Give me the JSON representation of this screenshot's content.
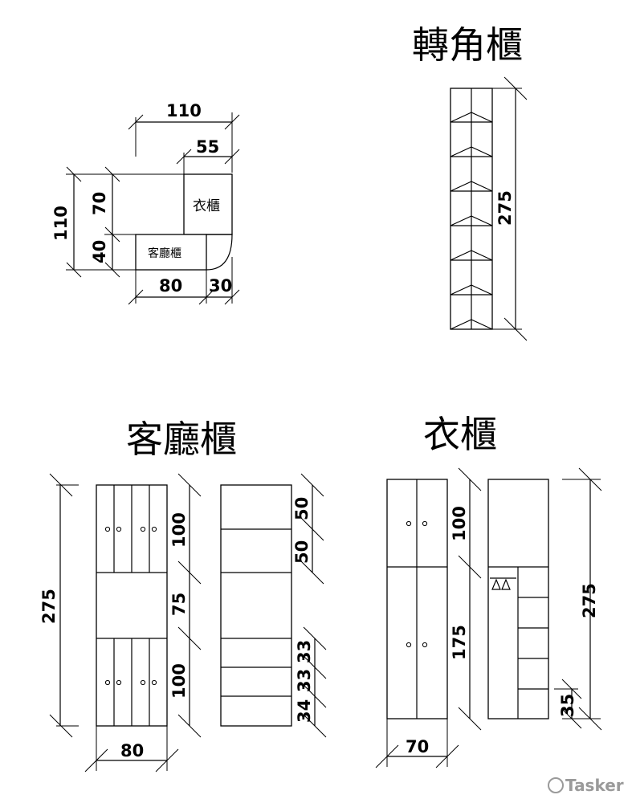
{
  "titles": {
    "corner": "轉角櫃",
    "living": "客廳櫃",
    "wardrobe": "衣櫃"
  },
  "plan": {
    "label_wardrobe": "衣櫃",
    "label_living": "客廳櫃",
    "dim_110_top": "110",
    "dim_55": "55",
    "dim_110_left": "110",
    "dim_70": "70",
    "dim_40": "40",
    "dim_80": "80",
    "dim_30": "30"
  },
  "corner": {
    "dim_275": "275"
  },
  "living": {
    "dim_275": "275",
    "dim_100_top": "100",
    "dim_75": "75",
    "dim_100_bottom": "100",
    "dim_80": "80",
    "dim_50_a": "50",
    "dim_50_b": "50",
    "dim_33_a": "33",
    "dim_33_b": "33",
    "dim_34": "34"
  },
  "wardrobe": {
    "dim_100": "100",
    "dim_175": "175",
    "dim_275": "275",
    "dim_35": "35",
    "dim_70": "70"
  },
  "watermark": "Tasker"
}
